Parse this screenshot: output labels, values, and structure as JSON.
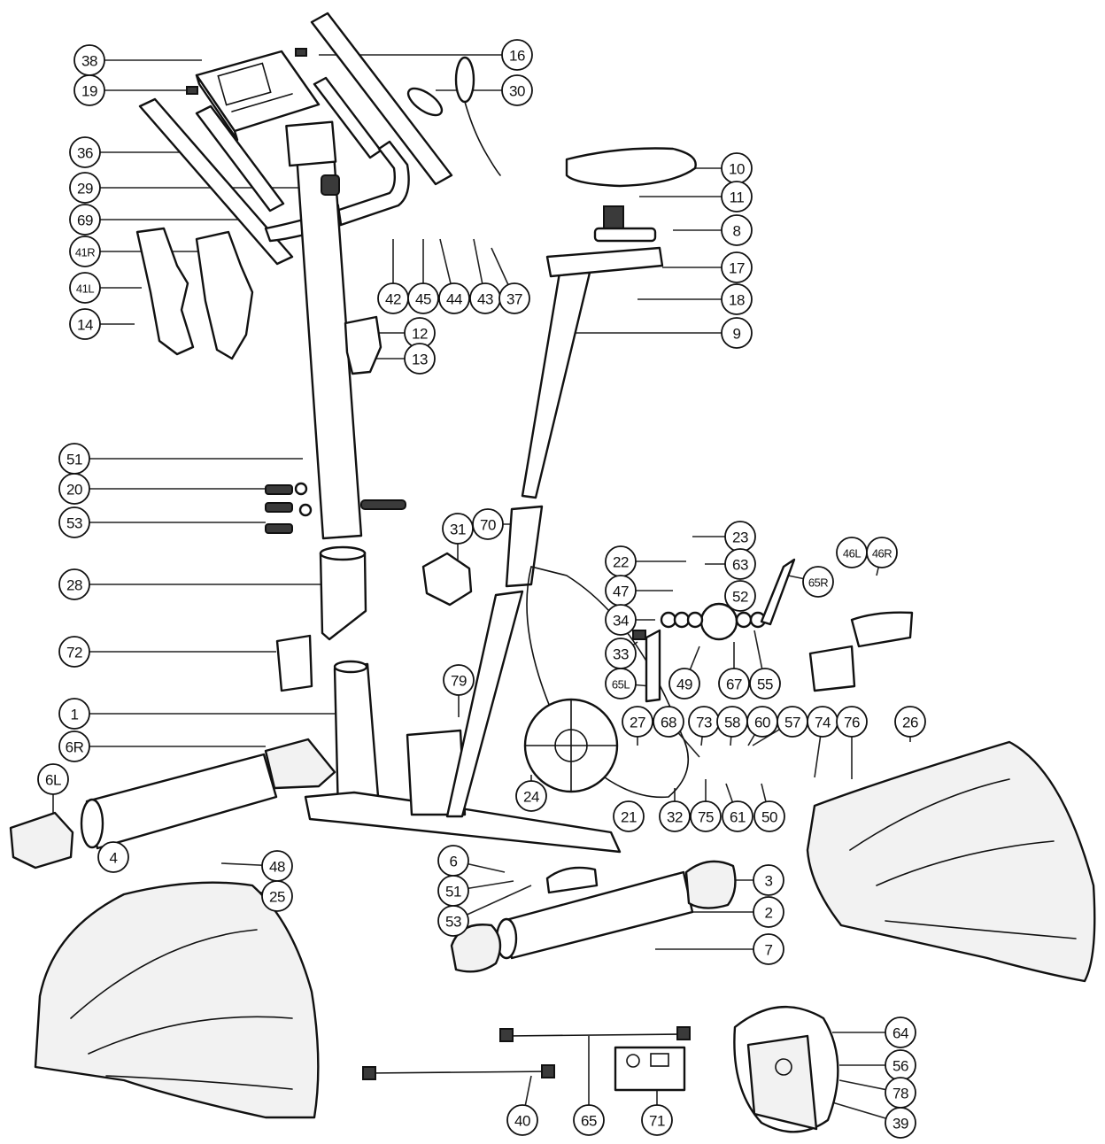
{
  "diagram": {
    "type": "exploded parts diagram",
    "callout_labels": [
      "38",
      "19",
      "36",
      "29",
      "69",
      "41R",
      "41L",
      "14",
      "16",
      "30",
      "10",
      "11",
      "8",
      "17",
      "18",
      "9",
      "42",
      "45",
      "44",
      "43",
      "37",
      "12",
      "13",
      "51",
      "20",
      "53",
      "28",
      "72",
      "31",
      "70",
      "23",
      "22",
      "63",
      "47",
      "52",
      "34",
      "33",
      "65L",
      "49",
      "67",
      "55",
      "65R",
      "46L",
      "46R",
      "79",
      "1",
      "6R",
      "6L",
      "4",
      "27",
      "68",
      "73",
      "58",
      "60",
      "57",
      "74",
      "76",
      "26",
      "24",
      "21",
      "32",
      "75",
      "61",
      "50",
      "6",
      "51",
      "53",
      "3",
      "2",
      "7",
      "48",
      "25",
      "64",
      "56",
      "78",
      "39",
      "40",
      "65",
      "71"
    ]
  }
}
